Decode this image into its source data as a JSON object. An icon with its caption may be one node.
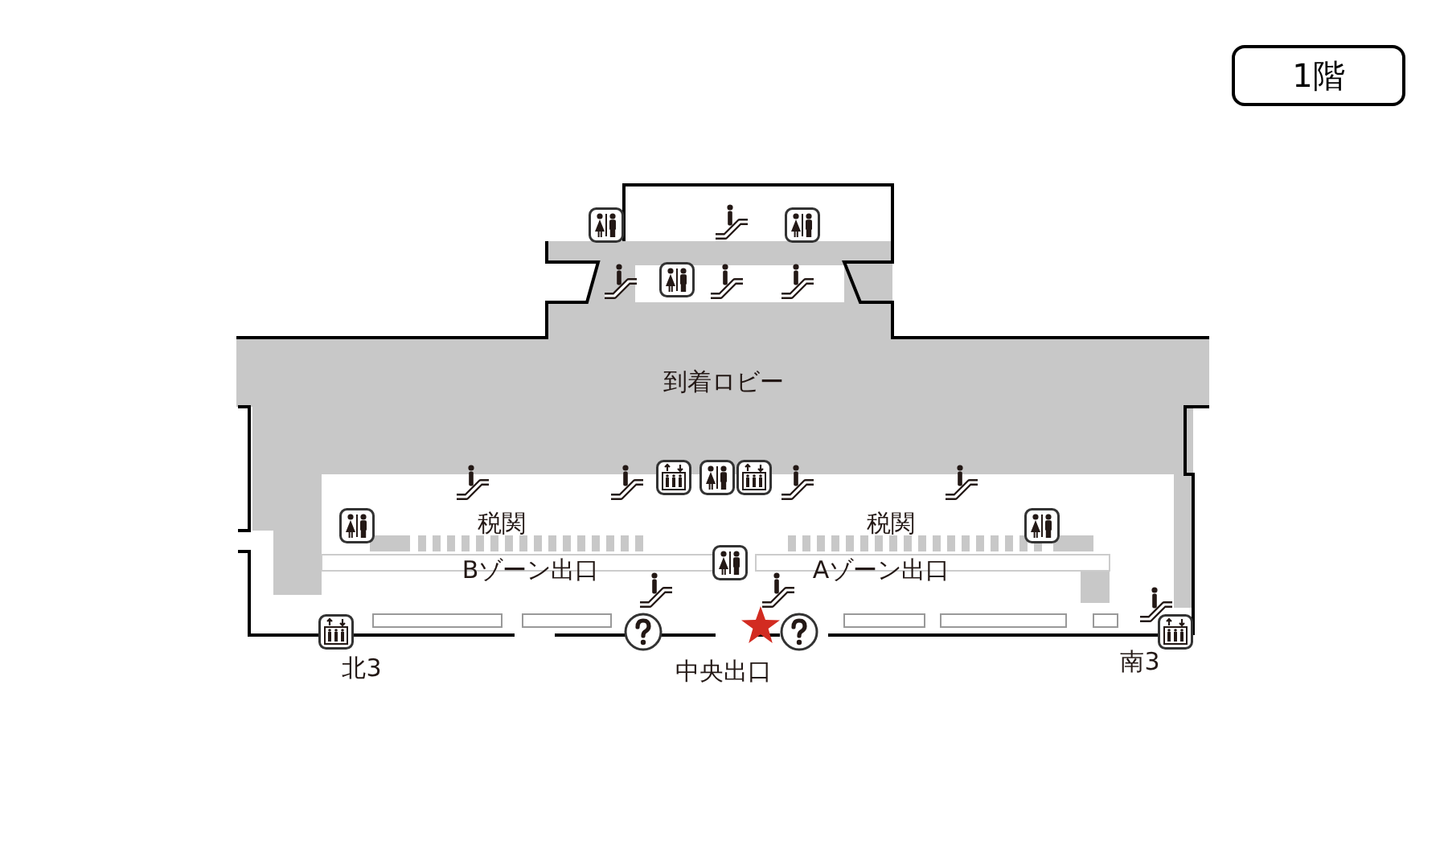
{
  "diagram": {
    "title": "1階",
    "labels": [
      "到着ロビー",
      "税関",
      "税関",
      "Bゾーン出口",
      "Aゾーン出口",
      "北3",
      "中央出口",
      "南3"
    ]
  }
}
